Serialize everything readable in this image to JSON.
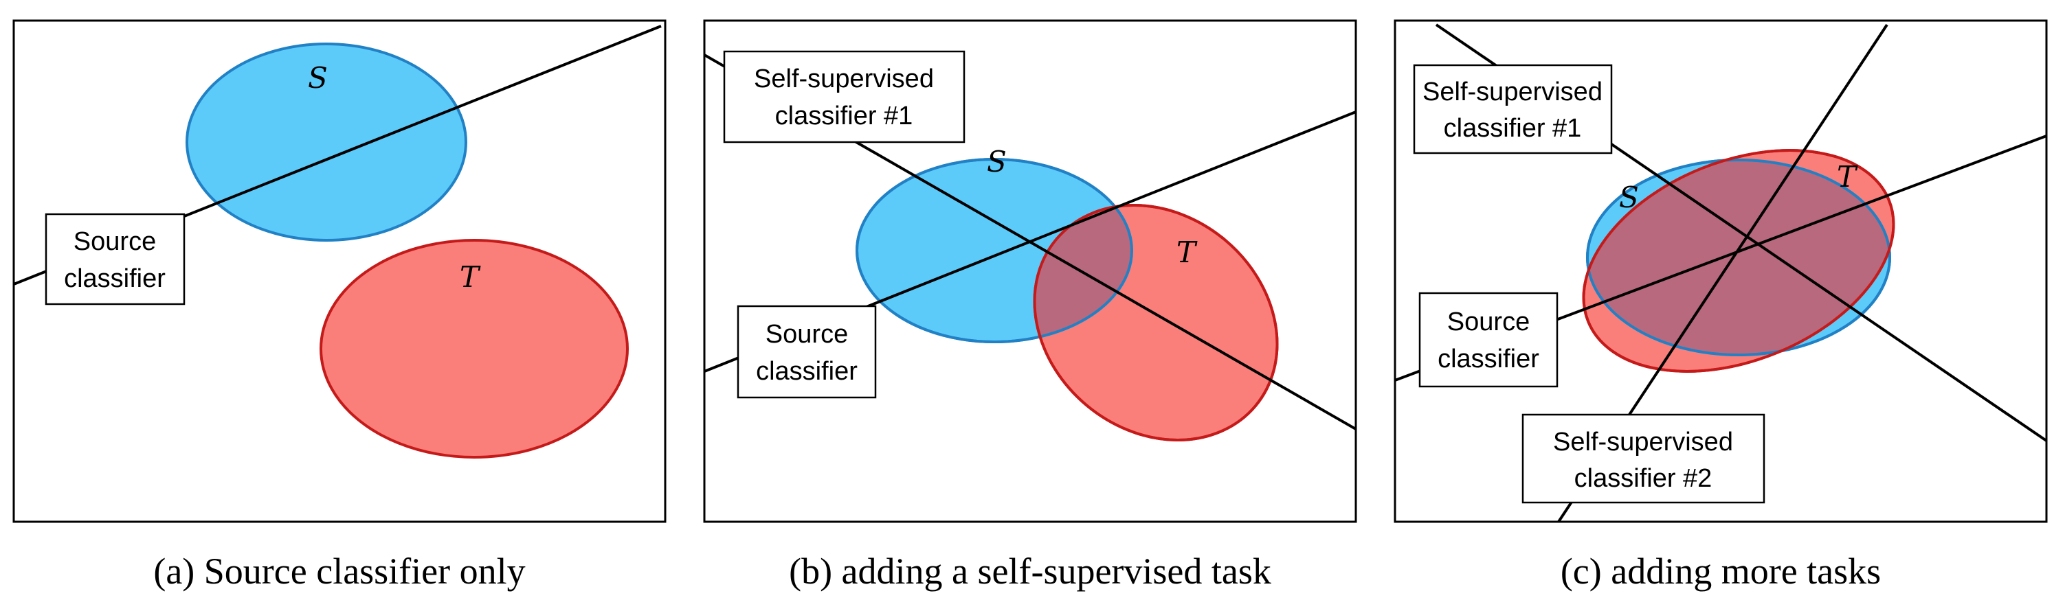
{
  "colors": {
    "source_fill": "#5ccbfa",
    "source_stroke": "#2181c4",
    "target_fill": "#fa7f7a",
    "target_stroke": "#c51a1a",
    "overlap_fill": "#b8697d"
  },
  "sets": {
    "source": "S",
    "target": "T"
  },
  "panels": [
    {
      "caption": "(a) Source classifier only",
      "labels": {
        "source_classifier": [
          "Source",
          "classifier"
        ]
      }
    },
    {
      "caption": "(b) adding a self-supervised task",
      "labels": {
        "ssl1": [
          "Self-supervised",
          "classifier #1"
        ],
        "source_classifier": [
          "Source",
          "classifier"
        ]
      }
    },
    {
      "caption": "(c) adding more tasks",
      "labels": {
        "ssl1": [
          "Self-supervised",
          "classifier #1"
        ],
        "source_classifier": [
          "Source",
          "classifier"
        ],
        "ssl2": [
          "Self-supervised",
          "classifier #2"
        ]
      }
    }
  ]
}
